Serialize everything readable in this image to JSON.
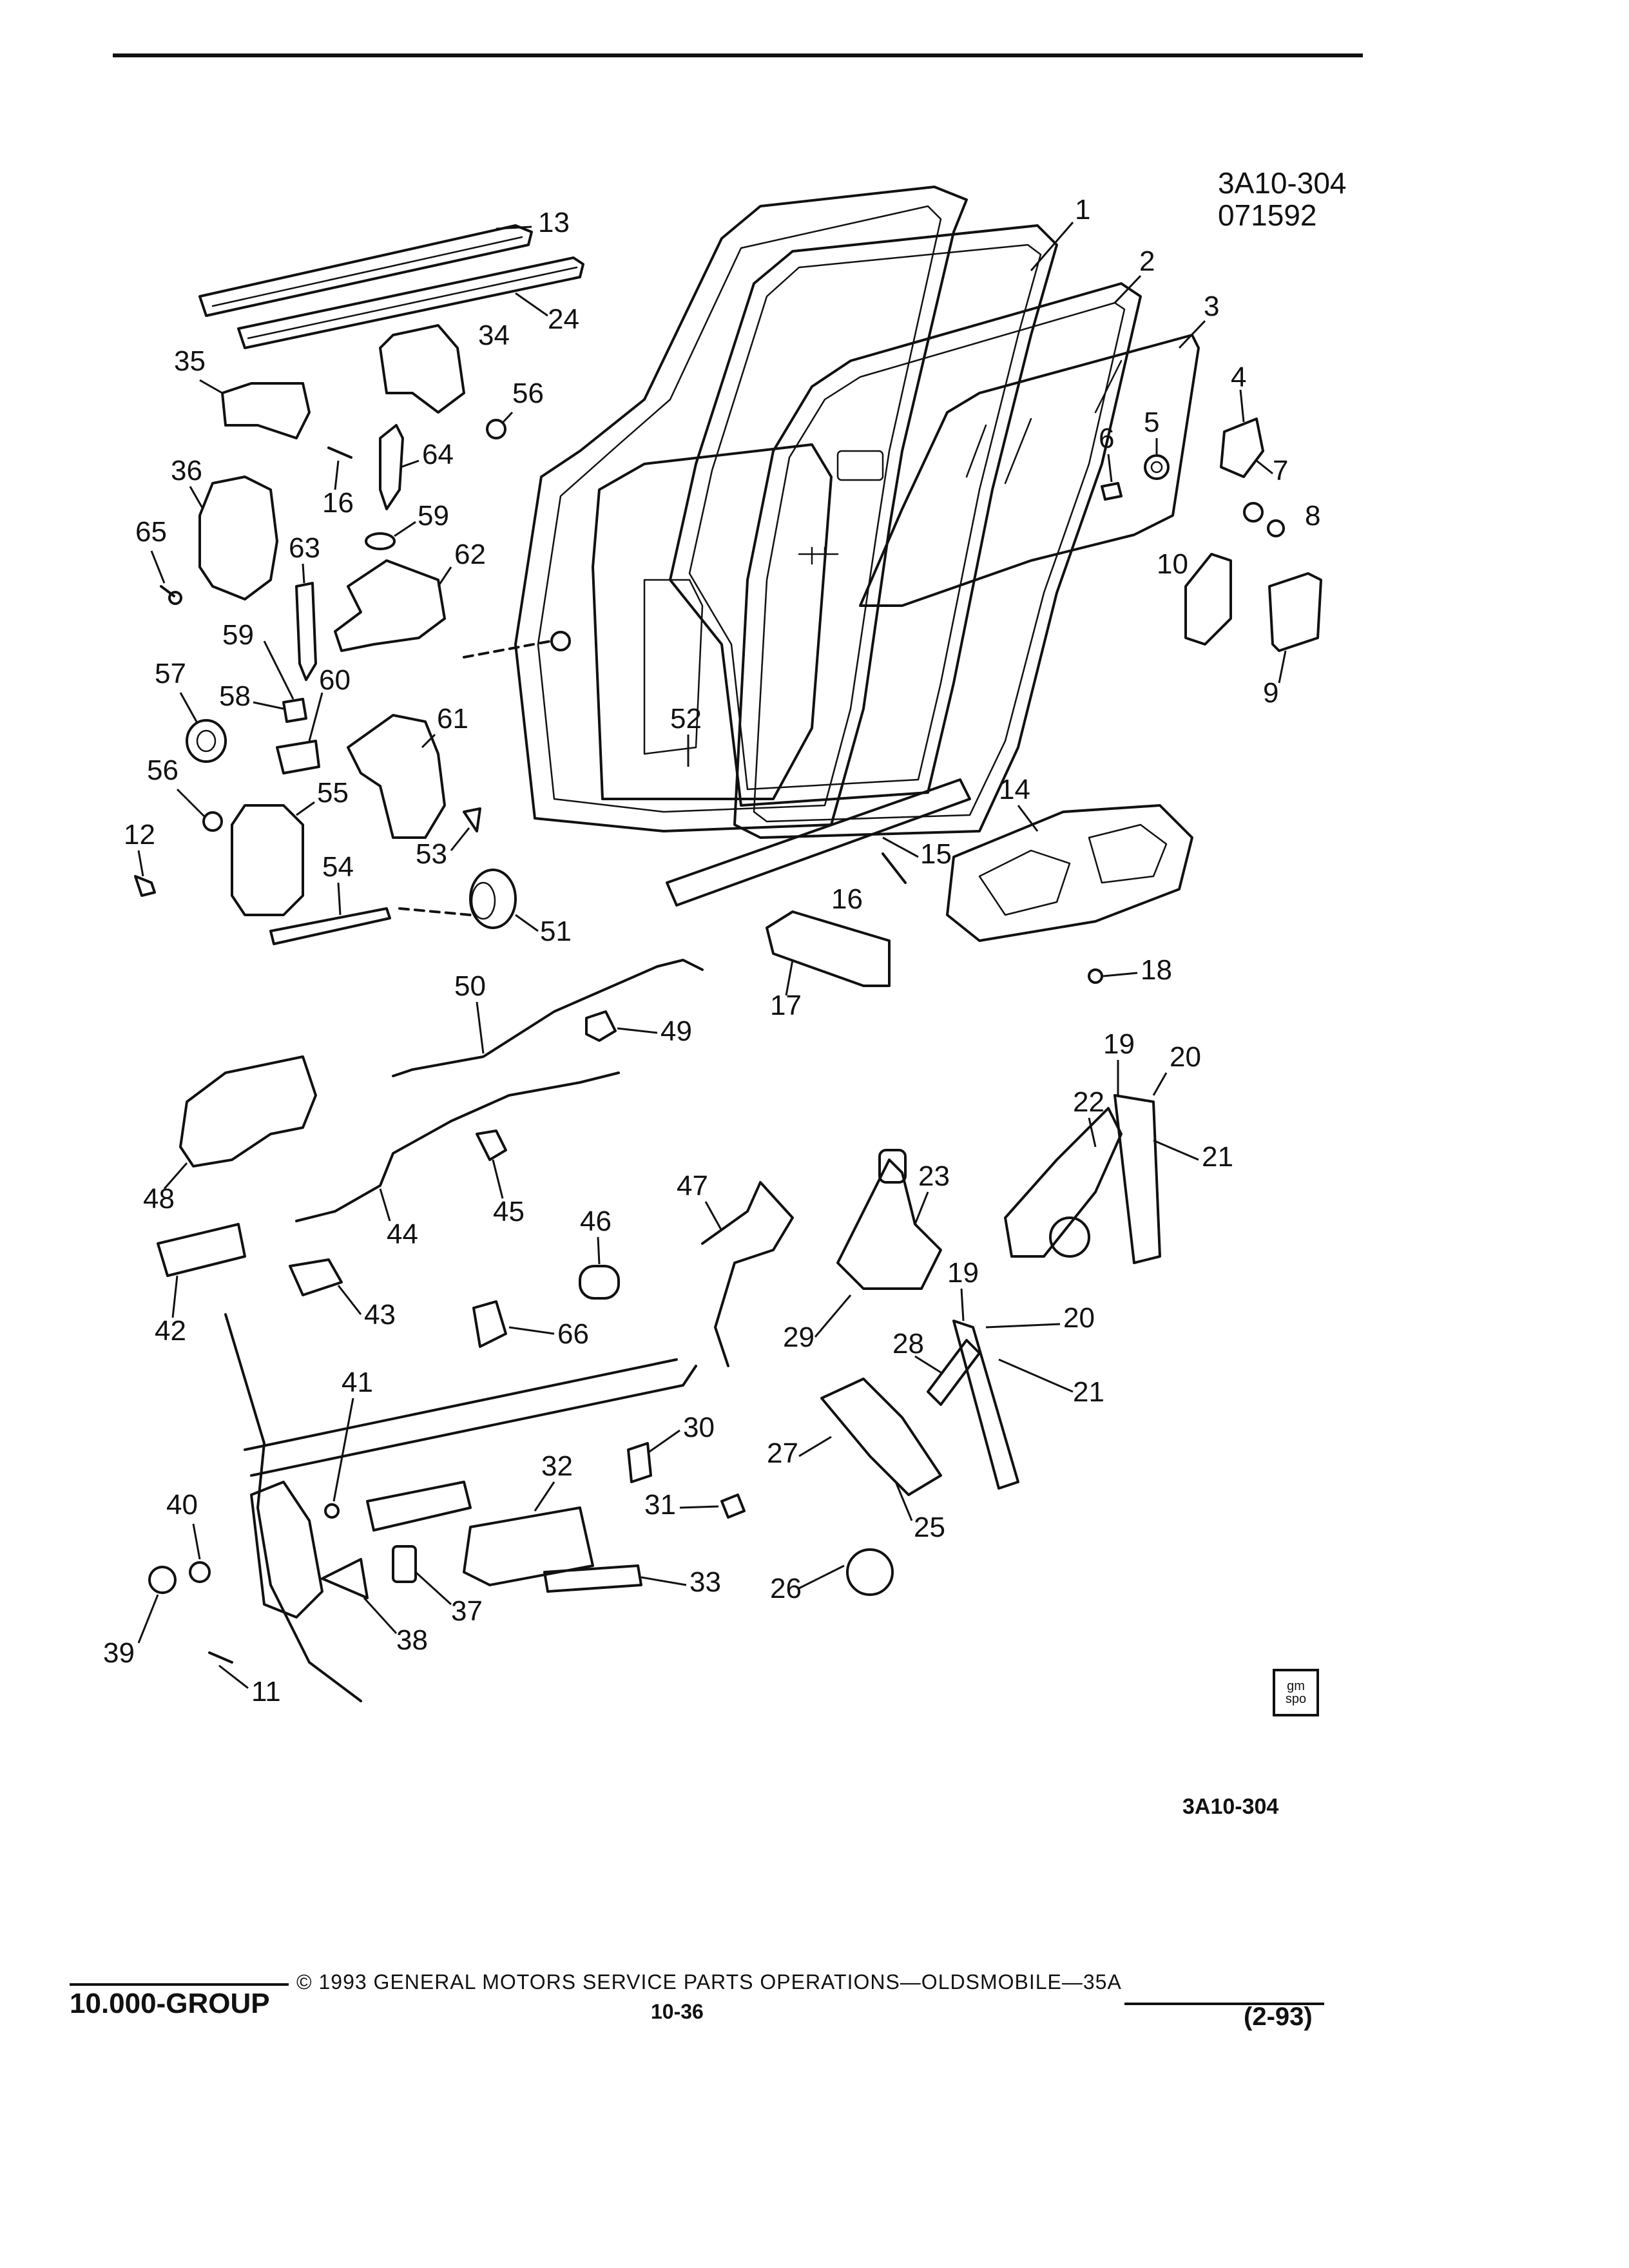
{
  "header": {
    "figure_ref": "3A10-304",
    "figure_code": "071592"
  },
  "callouts": [
    "1",
    "2",
    "3",
    "4",
    "5",
    "6",
    "7",
    "8",
    "9",
    "10",
    "11",
    "12",
    "13",
    "14",
    "15",
    "16",
    "16",
    "17",
    "18",
    "19",
    "19",
    "20",
    "20",
    "21",
    "21",
    "22",
    "23",
    "24",
    "25",
    "26",
    "27",
    "28",
    "29",
    "30",
    "31",
    "32",
    "33",
    "34",
    "35",
    "36",
    "37",
    "38",
    "39",
    "40",
    "41",
    "42",
    "43",
    "44",
    "45",
    "46",
    "47",
    "48",
    "49",
    "50",
    "51",
    "52",
    "53",
    "54",
    "55",
    "56",
    "56",
    "57",
    "58",
    "59",
    "59",
    "60",
    "61",
    "62",
    "63",
    "64",
    "65",
    "66"
  ],
  "figure_ref_bottom": "3A10-304",
  "logo": {
    "line1": "gm",
    "line2": "spo"
  },
  "footer": {
    "group": "10.000-GROUP",
    "copyright": "© 1993 GENERAL MOTORS SERVICE PARTS OPERATIONS—OLDSMOBILE—35A",
    "page": "10-36",
    "date_code": "(2-93)"
  }
}
